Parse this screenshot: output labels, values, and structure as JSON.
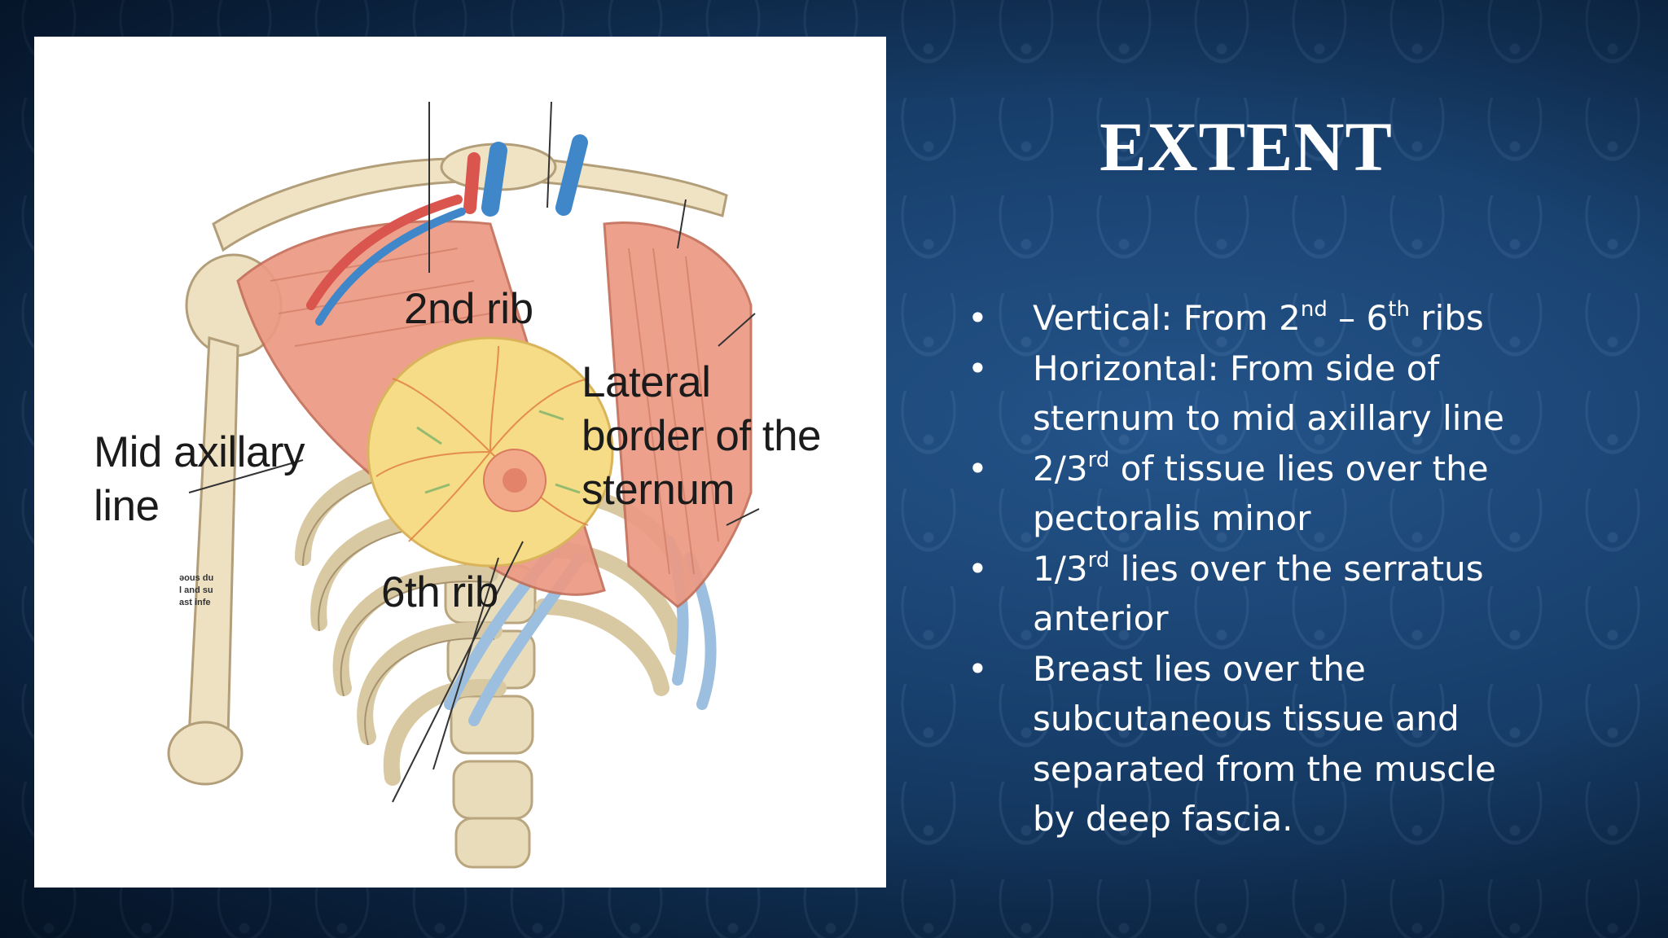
{
  "slide": {
    "title": "EXTENT"
  },
  "figure": {
    "labels": {
      "second_rib": "2nd rib",
      "lateral_border": "Lateral\nborder of the\nsternum",
      "mid_axillary": "Mid axillary\nline",
      "sixth_rib": "6th rib",
      "cropped_text": "əous du\nl and su\nast infe"
    }
  },
  "bullets": [
    {
      "parts": [
        "Vertical: From 2",
        "nd",
        " – 6",
        "th",
        " ribs"
      ]
    },
    {
      "parts": [
        "Horizontal: From side of sternum to mid axillary line"
      ]
    },
    {
      "parts": [
        "2/3",
        "rd",
        " of tissue lies over the pectoralis minor"
      ]
    },
    {
      "parts": [
        "1/3",
        "rd",
        " lies over the serratus anterior"
      ]
    },
    {
      "parts": [
        "Breast lies over the subcutaneous tissue and separated from the muscle by deep fascia."
      ]
    }
  ],
  "bullet_glyph": "•",
  "colors": {
    "background": "#173e6a",
    "text": "#ffffff",
    "muscle": "#e8907a",
    "bone": "#ecdfc0",
    "breast_tissue": "#f6dc86"
  }
}
